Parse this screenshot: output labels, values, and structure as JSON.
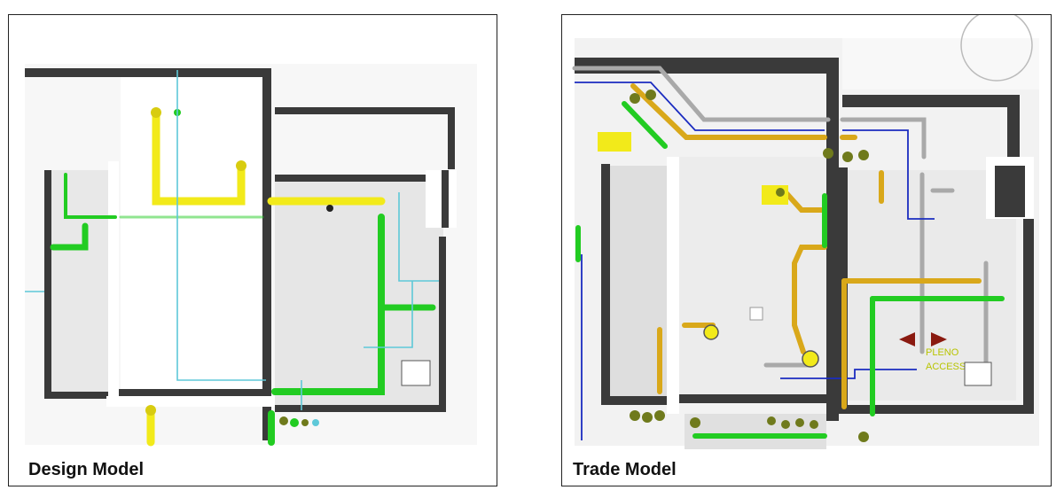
{
  "panels": {
    "left": {
      "caption": "Design Model"
    },
    "right": {
      "caption": "Trade Model",
      "annotation_line1": "PLENO",
      "annotation_line2": "ACCESS"
    }
  },
  "colors": {
    "wall": "#3a3a3a",
    "floor": "#f0f0f0",
    "floor_light": "#f8f8f8",
    "pipe_yellow": "#f2ea1a",
    "pipe_gold": "#d9a81a",
    "pipe_green": "#22cc22",
    "pipe_olive": "#6f7a1c",
    "pipe_gray": "#a9a9a9",
    "pipe_blue": "#1b2cc0",
    "pipe_cyan": "#5ec8d8"
  }
}
